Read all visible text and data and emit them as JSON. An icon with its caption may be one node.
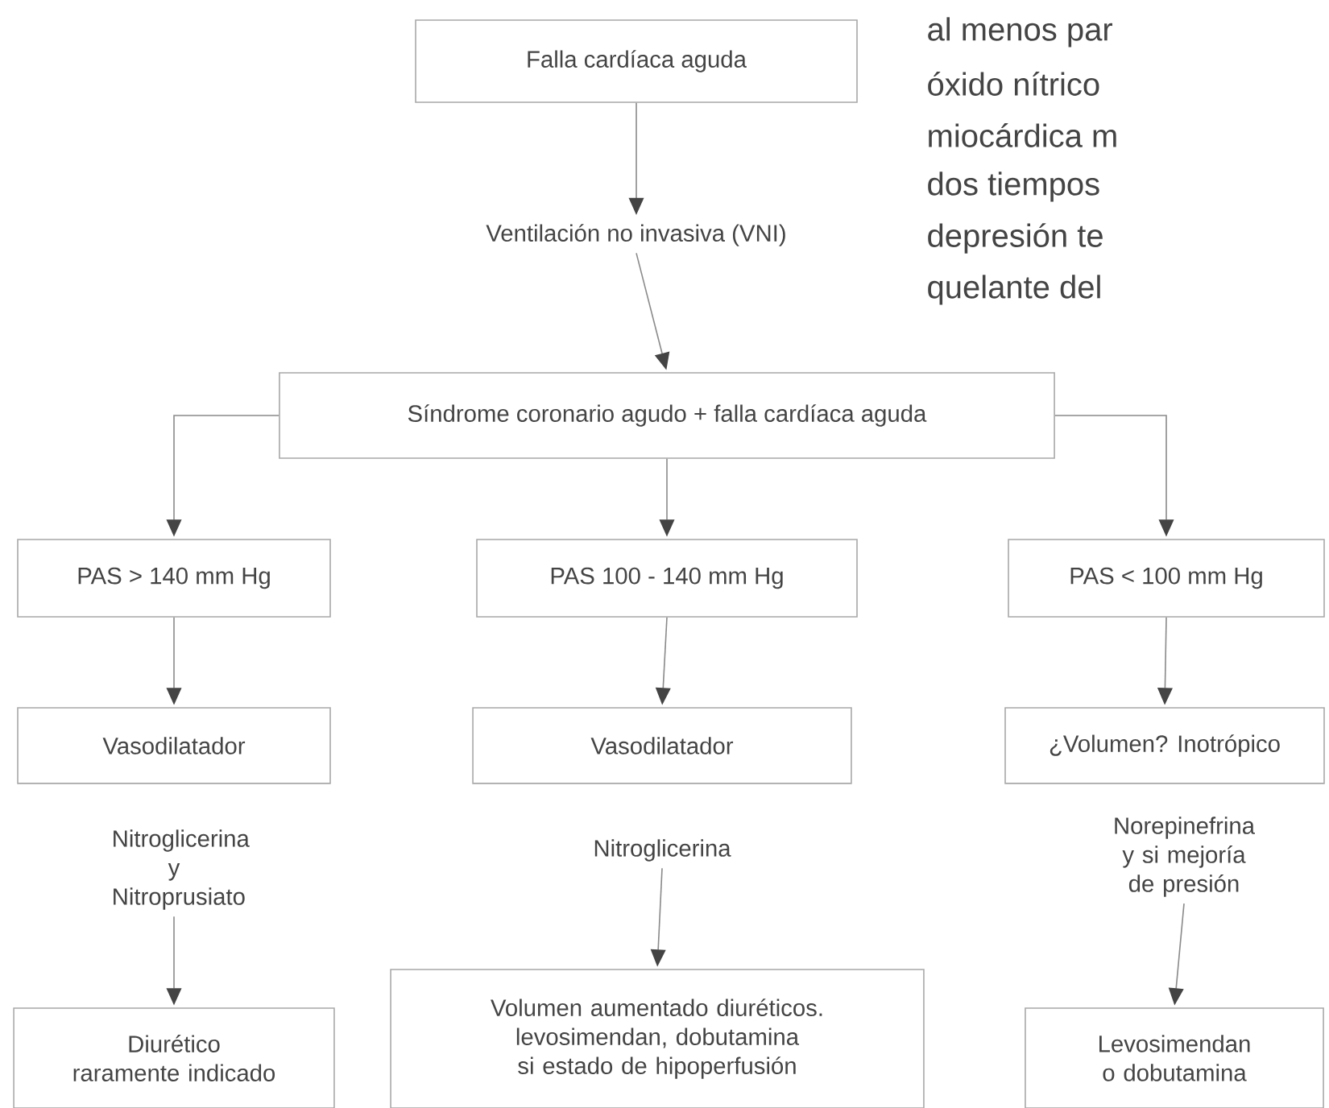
{
  "diagram": {
    "nodes": [
      {
        "text": [
          "Falla cardíaca aguda"
        ]
      },
      {
        "text": [
          "Ventilación no invasiva (VNI)"
        ]
      },
      {
        "text": [
          "Síndrome coronario agudo + falla cardíaca aguda"
        ]
      },
      {
        "text": [
          "PAS > 140 mm Hg"
        ]
      },
      {
        "text": [
          "PAS 100 - 140 mm Hg"
        ]
      },
      {
        "text": [
          "PAS < 100 mm Hg"
        ]
      },
      {
        "text": [
          "Vasodilatador"
        ]
      },
      {
        "text": [
          "Vasodilatador"
        ]
      },
      {
        "text": [
          "¿Volumen? Inotrópico"
        ]
      },
      {
        "text": [
          "Nitroglicerina y Nitroprusiato"
        ]
      },
      {
        "text": [
          "Nitroglicerina"
        ]
      },
      {
        "text": [
          "Norepinefrina y si mejoría de presión"
        ]
      },
      {
        "text": [
          "Diurético raramente indicado"
        ]
      },
      {
        "text": [
          "Volumen aumentado diuréticos. levosimendan, dobutamina si estado de hipoperfusión"
        ]
      },
      {
        "text": [
          "Levosimendan o dobutamina"
        ]
      }
    ],
    "edges": [
      {
        "from": 0,
        "to": 1,
        "arrow": "to"
      },
      {
        "from": 1,
        "to": 2,
        "arrow": "to"
      },
      {
        "from": 2,
        "to": 3,
        "arrow": "to"
      },
      {
        "from": 2,
        "to": 4,
        "arrow": "to"
      },
      {
        "from": 2,
        "to": 5,
        "arrow": "to"
      },
      {
        "from": 3,
        "to": 6,
        "arrow": "to"
      },
      {
        "from": 4,
        "to": 7,
        "arrow": "to"
      },
      {
        "from": 5,
        "to": 8,
        "arrow": "to"
      },
      {
        "from": 9,
        "to": 12,
        "arrow": "to"
      },
      {
        "from": 10,
        "to": 13,
        "arrow": "to"
      },
      {
        "from": 11,
        "to": 14,
        "arrow": "to"
      }
    ],
    "labels": [
      "al menos par",
      "óxido nítrico",
      "miocárdica m",
      "dos tiempos",
      "depresión te",
      "quelante del"
    ]
  }
}
